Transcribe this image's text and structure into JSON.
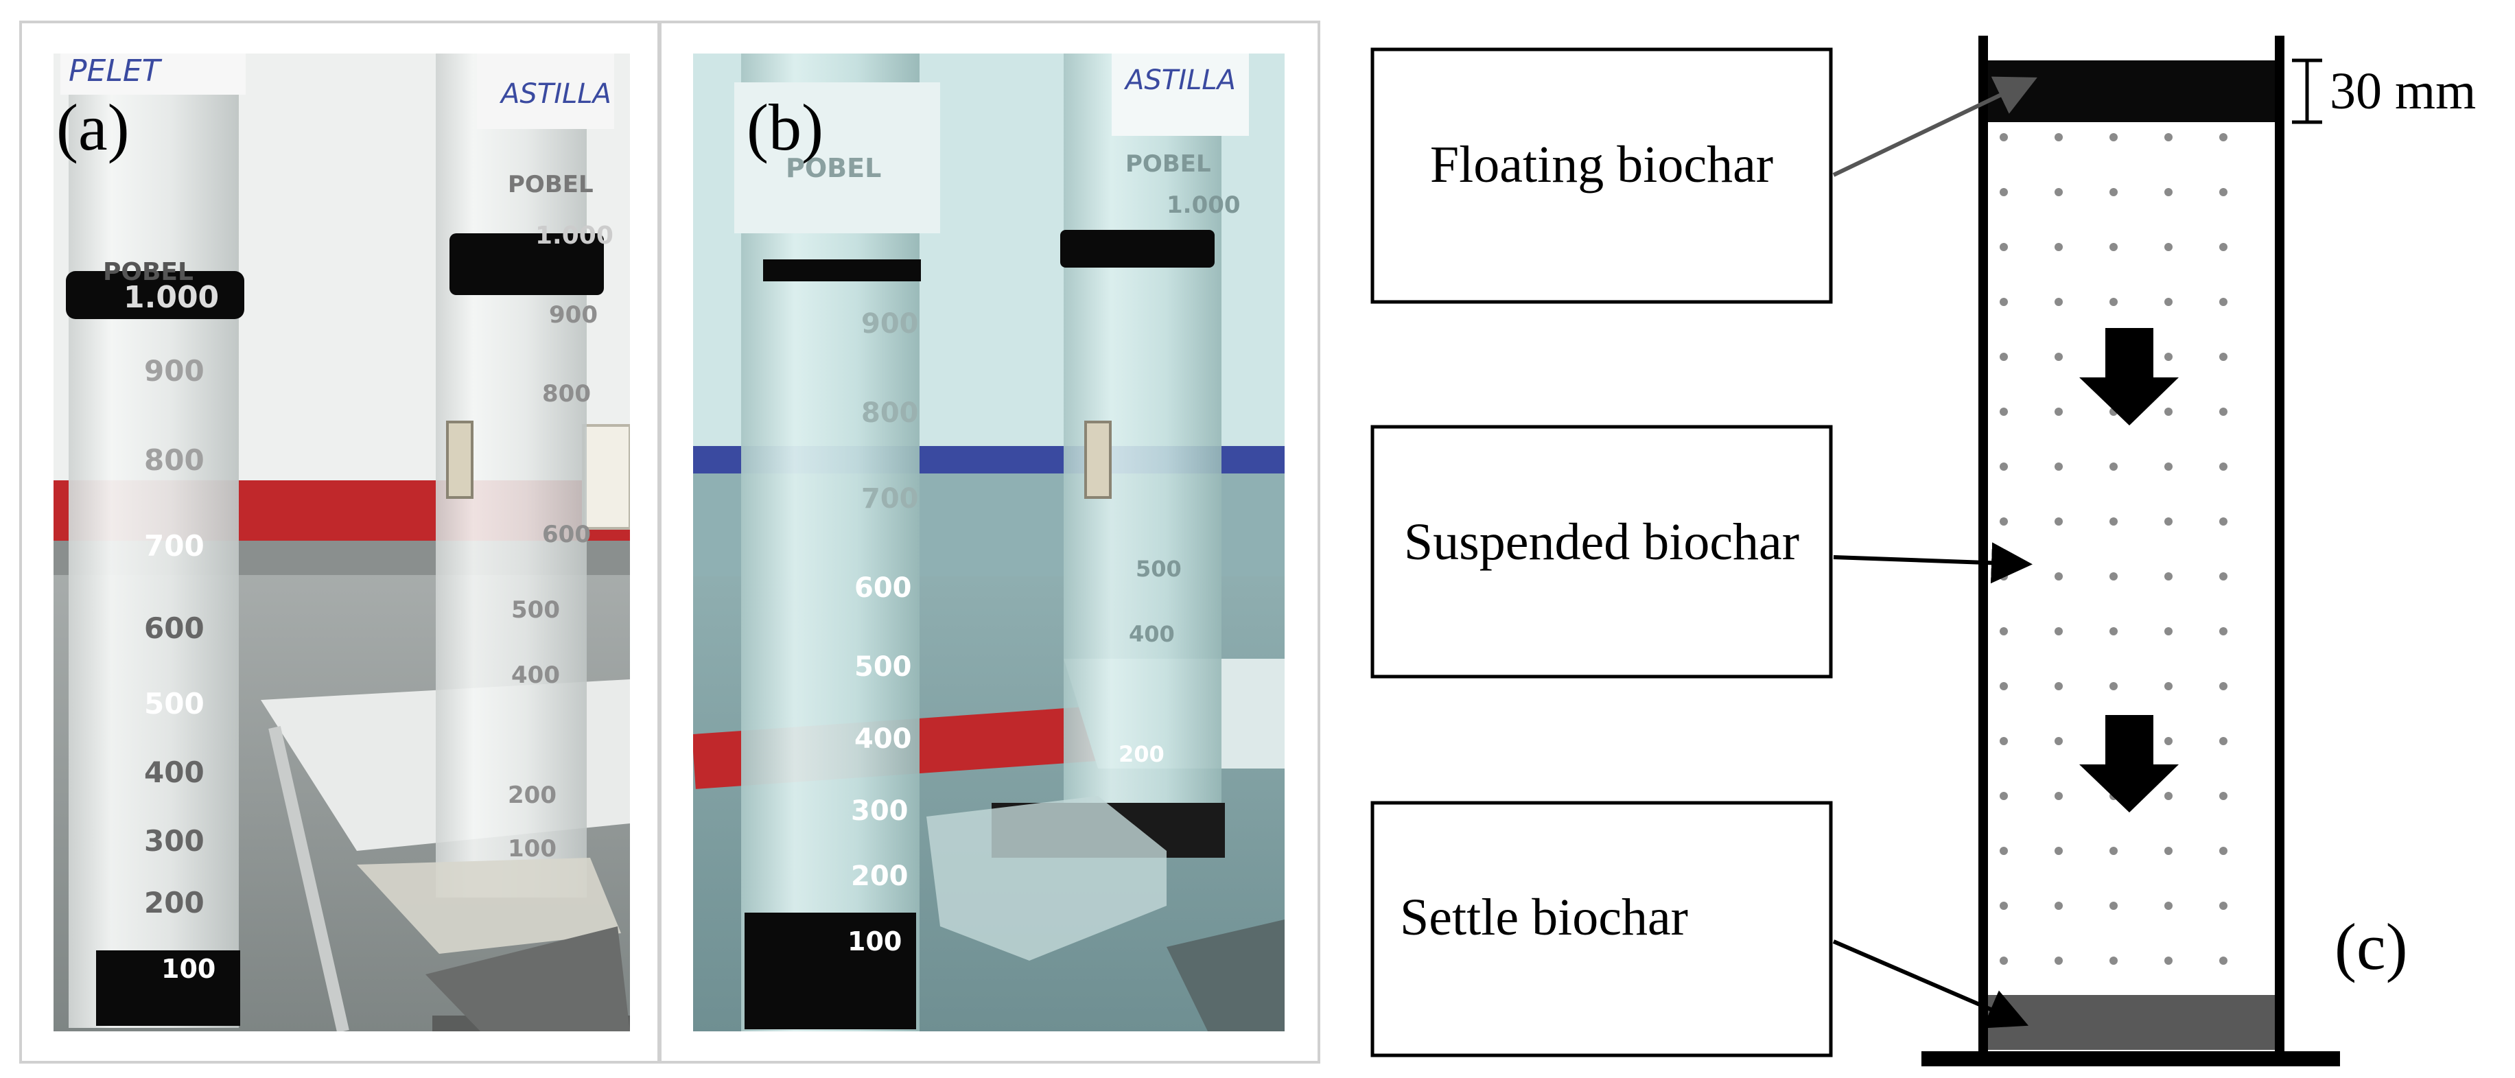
{
  "panels": {
    "a": {
      "label": "(a)",
      "cylinder_left": {
        "tag": "PELET",
        "brand": "POBEL",
        "top_mark": "1.000",
        "graduations": [
          "900",
          "800",
          "700",
          "600",
          "500",
          "400",
          "300",
          "200",
          "100"
        ]
      },
      "cylinder_right": {
        "tag": "ASTILLA",
        "brand": "POBEL",
        "top_mark": "1.000",
        "graduations": [
          "900",
          "800",
          "600",
          "500",
          "400",
          "200",
          "100"
        ]
      }
    },
    "b": {
      "label": "(b)",
      "cylinder_left": {
        "brand": "POBEL",
        "graduations": [
          "900",
          "800",
          "700",
          "600",
          "500",
          "400",
          "300",
          "200",
          "100"
        ]
      },
      "cylinder_right": {
        "tag": "ASTILLA",
        "brand": "POBEL",
        "top_mark": "1.000",
        "graduations": [
          "500",
          "400",
          "200"
        ]
      }
    },
    "c": {
      "label": "(c)",
      "boxes": {
        "floating": "Floating biochar",
        "suspended": "Suspended biochar",
        "settle": "Settle biochar"
      },
      "dimension": "30 mm"
    }
  },
  "colors": {
    "biochar": "#0a0a0a",
    "sediment": "#595959",
    "dots": "#8a8a8a",
    "wall_stripe": "#c0282b",
    "photo_wall": "#eef0ef",
    "photo_wall_b": "#cfe6e6",
    "bench": "#9ea4a3"
  },
  "icons": {
    "sinking": "down-arrow-icon"
  }
}
